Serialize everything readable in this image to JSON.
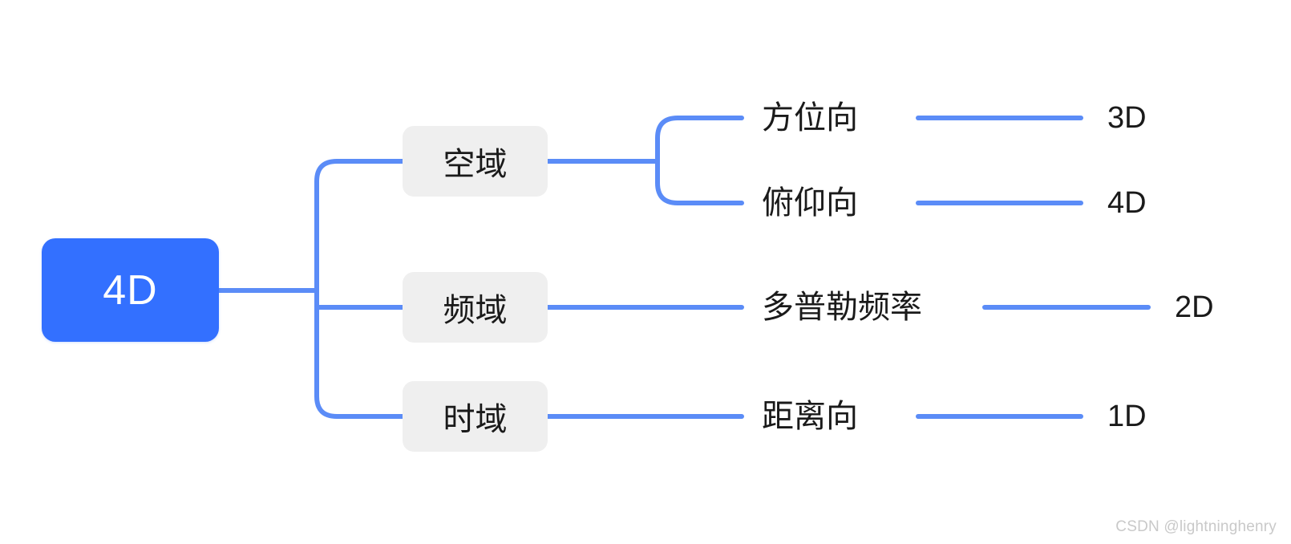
{
  "diagram": {
    "type": "mind-map",
    "title": "4D",
    "colors": {
      "root_fill": "#3370FF",
      "root_text": "#FFFFFF",
      "branch_fill": "#EFEFEF",
      "branch_text": "#1A1A1A",
      "connector": "#5B8CF7",
      "background": "#FFFFFF",
      "watermark": "#C9C9C9"
    },
    "root": {
      "label": "4D"
    },
    "branches": [
      {
        "label": "空域",
        "leaves": [
          {
            "label": "方位向",
            "dimension": "3D"
          },
          {
            "label": "俯仰向",
            "dimension": "4D"
          }
        ]
      },
      {
        "label": "频域",
        "leaves": [
          {
            "label": "多普勒频率",
            "dimension": "2D"
          }
        ]
      },
      {
        "label": "时域",
        "leaves": [
          {
            "label": "距离向",
            "dimension": "1D"
          }
        ]
      }
    ]
  },
  "watermark": {
    "text": "CSDN @lightninghenry"
  }
}
